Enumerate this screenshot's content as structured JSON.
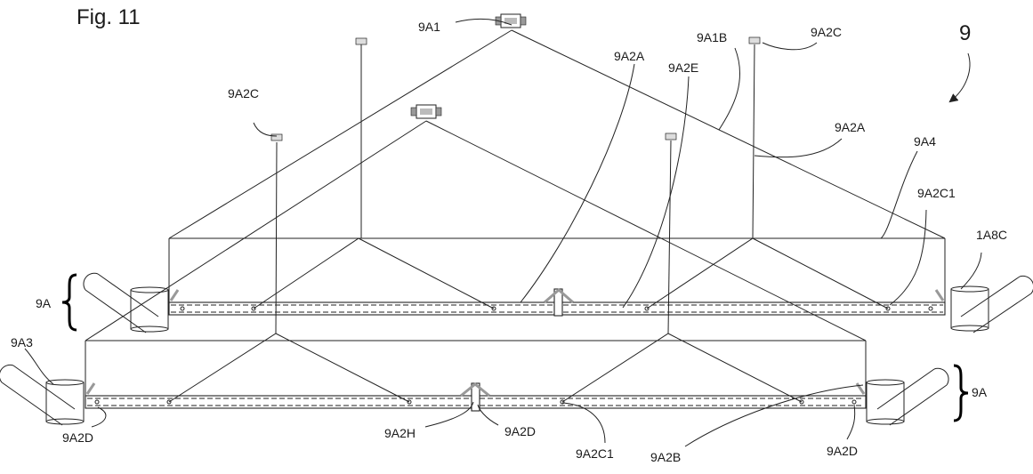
{
  "figure_label": "Fig. 11",
  "assembly_ref": "9",
  "labels": {
    "l_9A1": "9A1",
    "l_9A2C_top": "9A2C",
    "l_9A1B": "9A1B",
    "l_9A2A_mid": "9A2A",
    "l_9A2E": "9A2E",
    "l_9A2C_left": "9A2C",
    "l_9A2A_right": "9A2A",
    "l_9A4": "9A4",
    "l_9A2C1_right": "9A2C1",
    "l_1A8C": "1A8C",
    "l_9A_left": "9A",
    "l_9A3": "9A3",
    "l_9A_right": "9A",
    "l_9A2D_left": "9A2D",
    "l_9A2H": "9A2H",
    "l_9A2D_mid": "9A2D",
    "l_9A2C1_bottom": "9A2C1",
    "l_9A2B": "9A2B",
    "l_9A2D_right": "9A2D"
  }
}
